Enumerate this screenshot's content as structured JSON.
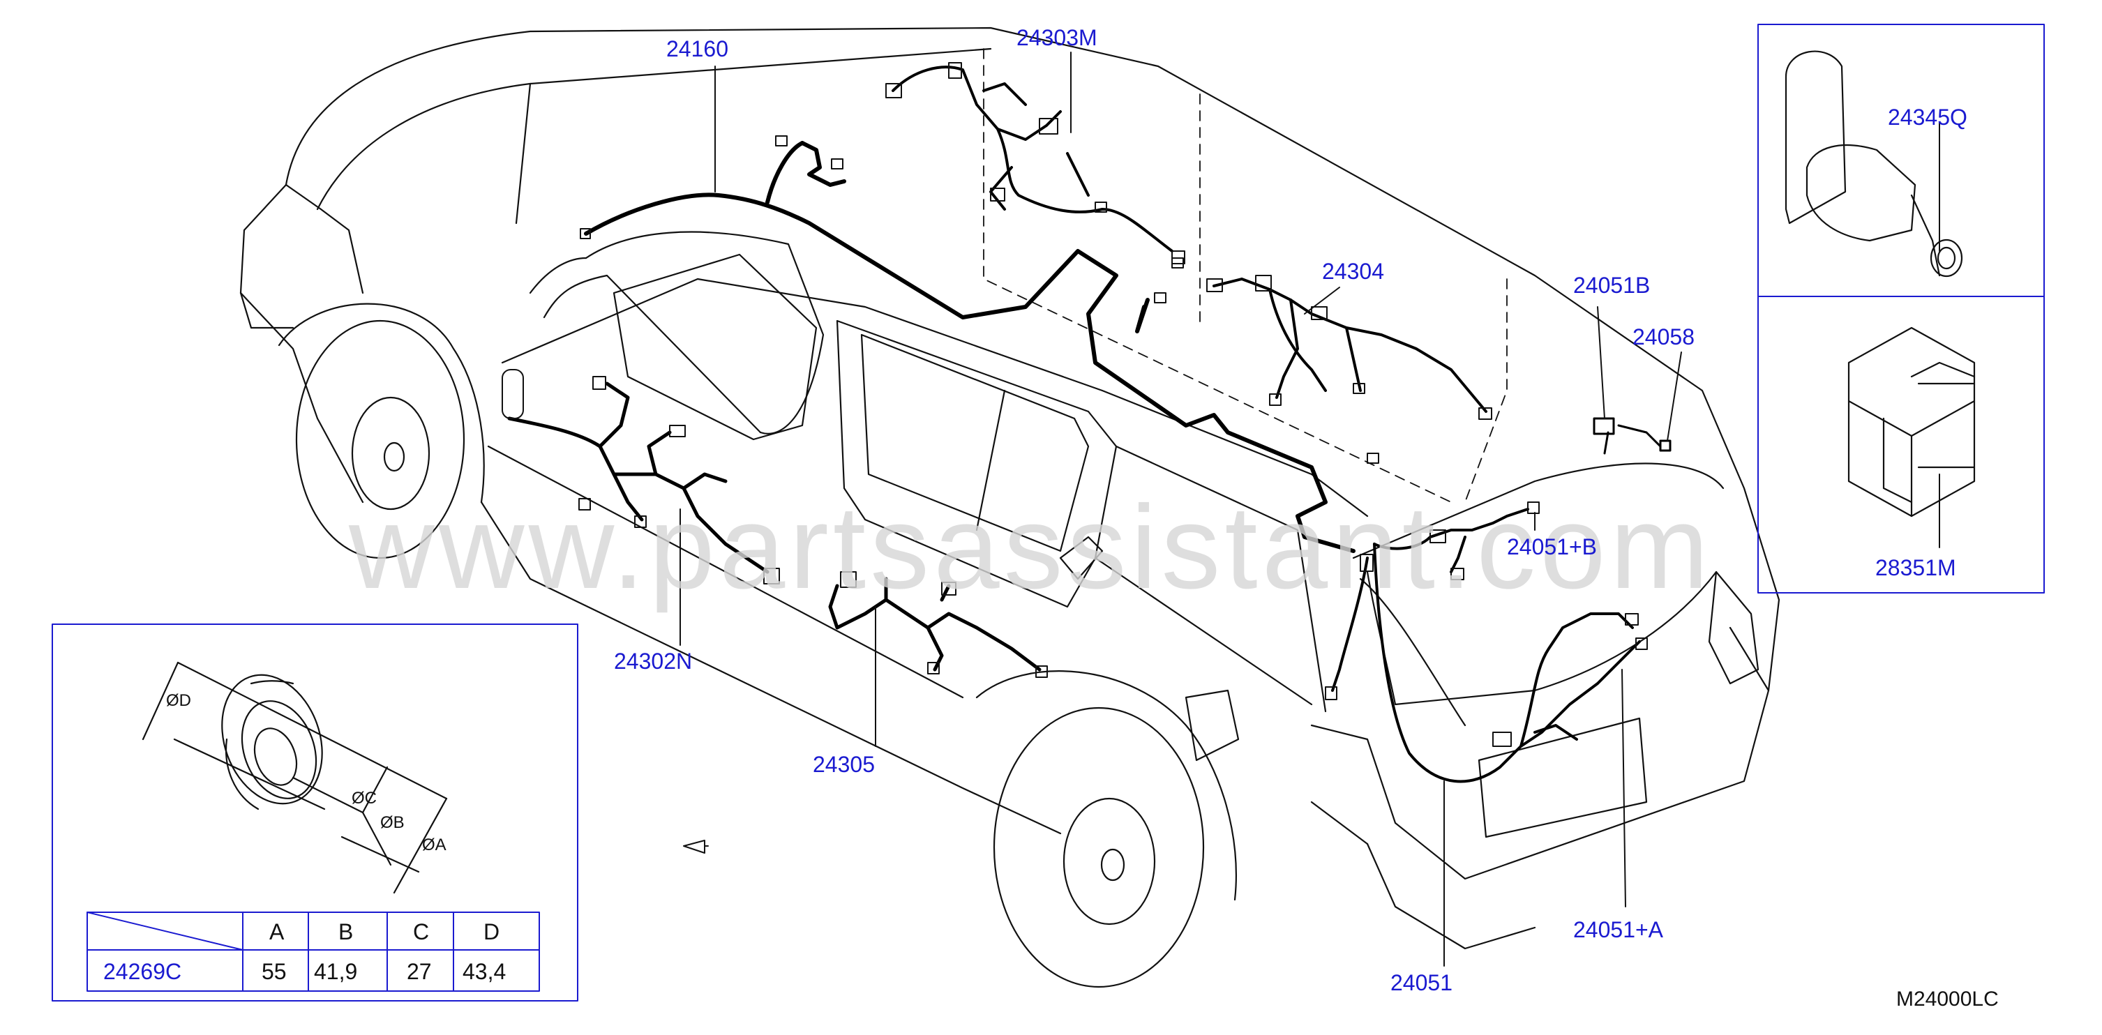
{
  "watermark": "www.partsassistant.com",
  "callouts": {
    "p24160": "24160",
    "p24303M": "24303M",
    "p24304": "24304",
    "p24051B": "24051B",
    "p24058": "24058",
    "p24051pB": "24051+B",
    "p24302N": "24302N",
    "p24305": "24305",
    "p24051pA": "24051+A",
    "p24051": "24051",
    "p24345Q": "24345Q",
    "p28351M": "28351M"
  },
  "grommet": {
    "dims": {
      "d": "ØD",
      "c": "ØC",
      "b": "ØB",
      "a": "ØA"
    },
    "table": {
      "headers": [
        "A",
        "B",
        "C",
        "D"
      ],
      "part": "24269C",
      "values": [
        "55",
        "41,9",
        "27",
        "43,4"
      ]
    }
  },
  "diagram_code": "M24000LC",
  "colors": {
    "label": "#1a1ad0",
    "line": "#111111",
    "harness": "#000000"
  }
}
